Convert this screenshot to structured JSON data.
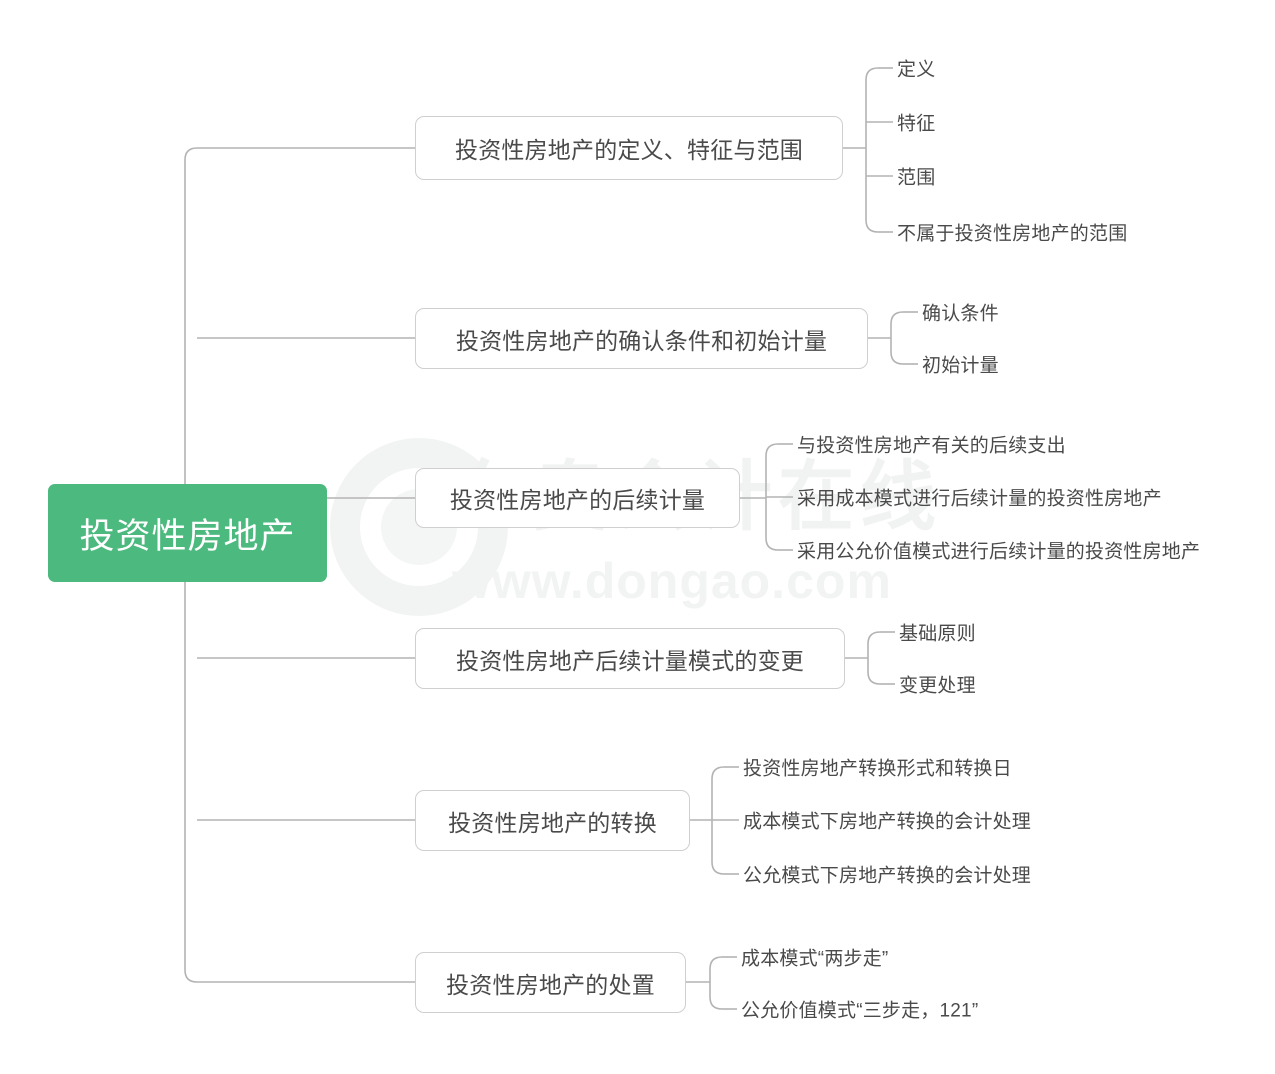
{
  "diagram": {
    "type": "mind-map",
    "root": {
      "label": "投资性房地产",
      "color": "#4cb97f",
      "text_color": "#ffffff"
    },
    "branches": [
      {
        "label": "投资性房地产的定义、特征与范围",
        "leaves": [
          "定义",
          "特征",
          "范围",
          "不属于投资性房地产的范围"
        ]
      },
      {
        "label": "投资性房地产的确认条件和初始计量",
        "leaves": [
          "确认条件",
          "初始计量"
        ]
      },
      {
        "label": "投资性房地产的后续计量",
        "leaves": [
          "与投资性房地产有关的后续支出",
          "采用成本模式进行后续计量的投资性房地产",
          "采用公允价值模式进行后续计量的投资性房地产"
        ]
      },
      {
        "label": "投资性房地产后续计量模式的变更",
        "leaves": [
          "基础原则",
          "变更处理"
        ]
      },
      {
        "label": "投资性房地产的转换",
        "leaves": [
          "投资性房地产转换形式和转换日",
          "成本模式下房地产转换的会计处理",
          "公允模式下房地产转换的会计处理"
        ]
      },
      {
        "label": "投资性房地产的处置",
        "leaves": [
          "成本模式“两步走”",
          "公允价值模式“三步走，121”"
        ]
      }
    ]
  },
  "watermark": {
    "cn_text": "东奥会计在线",
    "url_text": "www.dongao.com",
    "color": "#f1f3f2"
  }
}
